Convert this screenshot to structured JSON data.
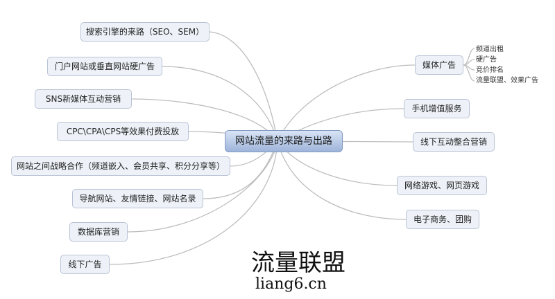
{
  "center": "网站流量的来路与出路",
  "left_nodes": [
    "搜索引擎的来路（SEO、SEM）",
    "门户网站或垂直网站硬广告",
    "SNS新媒体互动营销",
    "CPC\\CPA\\CPS等效果付费投放",
    "网站之间战略合作（频道嵌入、会员共享、积分分享等）",
    "导航网站、友情链接、网站名录",
    "数据库营销",
    "线下广告"
  ],
  "right_nodes": [
    "媒体广告",
    "手机增值服务",
    "线下互动整合营销",
    "网络游戏、网页游戏",
    "电子商务、团购"
  ],
  "media_ad_subitems": [
    "频道出租",
    "硬广告",
    "竞价排名",
    "流量联盟、效果广告"
  ],
  "watermark": {
    "title": "流量联盟",
    "url": "liang6.cn"
  }
}
